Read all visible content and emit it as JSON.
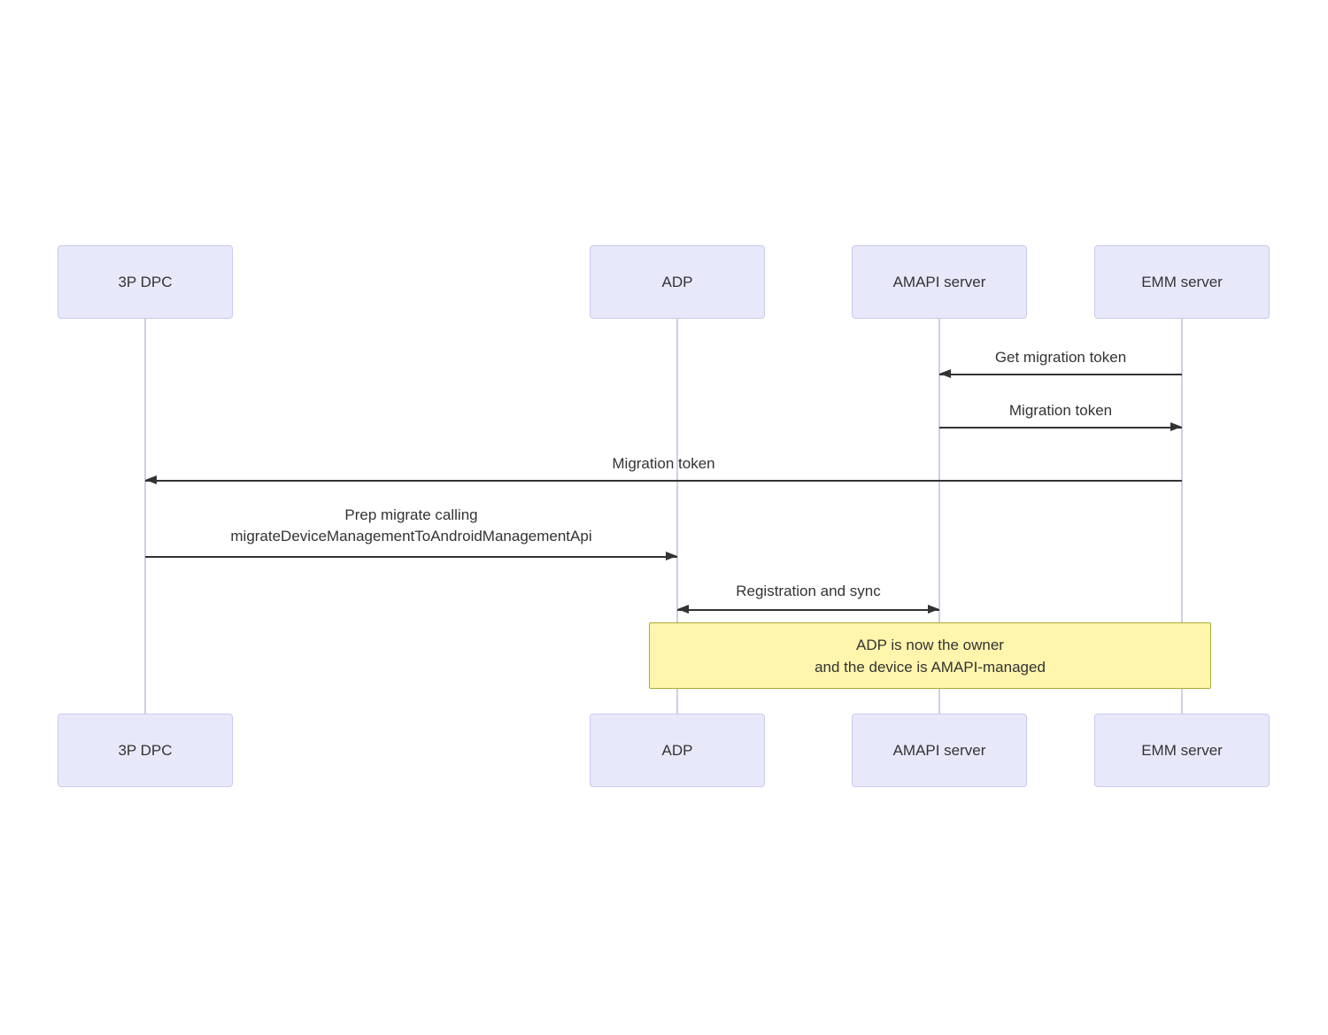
{
  "diagram": {
    "type": "sequence",
    "actors": [
      {
        "id": "3p-dpc",
        "label": "3P DPC"
      },
      {
        "id": "adp",
        "label": "ADP"
      },
      {
        "id": "amapi-server",
        "label": "AMAPI server"
      },
      {
        "id": "emm-server",
        "label": "EMM server"
      }
    ],
    "messages": [
      {
        "from": "EMM server",
        "to": "AMAPI server",
        "arrow": "left",
        "lines": [
          "Get migration token"
        ]
      },
      {
        "from": "AMAPI server",
        "to": "EMM server",
        "arrow": "right",
        "lines": [
          "Migration token"
        ]
      },
      {
        "from": "EMM server",
        "to": "3P DPC",
        "arrow": "left",
        "lines": [
          "Migration token"
        ]
      },
      {
        "from": "3P DPC",
        "to": "ADP",
        "arrow": "right",
        "lines": [
          "Prep migrate calling",
          "migrateDeviceManagementToAndroidManagementApi"
        ]
      },
      {
        "from": "ADP",
        "to": "AMAPI server",
        "arrow": "both",
        "lines": [
          "Registration and sync"
        ]
      }
    ],
    "note": {
      "over": [
        "ADP",
        "EMM server"
      ],
      "lines": [
        "ADP is now the owner",
        "and the device is AMAPI-managed"
      ]
    },
    "colors": {
      "actor_fill": "#e8e8fb",
      "actor_border": "#c9c9f0",
      "lifeline": "#cfcfe8",
      "arrow": "#333333",
      "note_fill": "#fff5ad",
      "note_border": "#aaaa33",
      "text": "#333333"
    }
  }
}
